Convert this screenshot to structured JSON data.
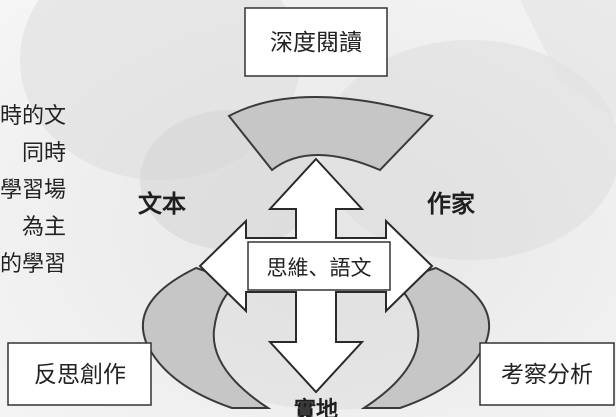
{
  "side_text_lines": [
    "時的文",
    "同時",
    "學習場",
    "為主",
    "的學習"
  ],
  "diagram": {
    "top_box": "深度閱讀",
    "center_label": "思維、語文",
    "left_label": "文本",
    "right_label": "作家",
    "bottom_label": "實地",
    "bottom_left_box": "反思創作",
    "bottom_right_box": "考察分析"
  },
  "colors": {
    "band_fill": "#c6c6c6",
    "outline": "#3a3a3a",
    "box_fill": "#ffffff"
  }
}
